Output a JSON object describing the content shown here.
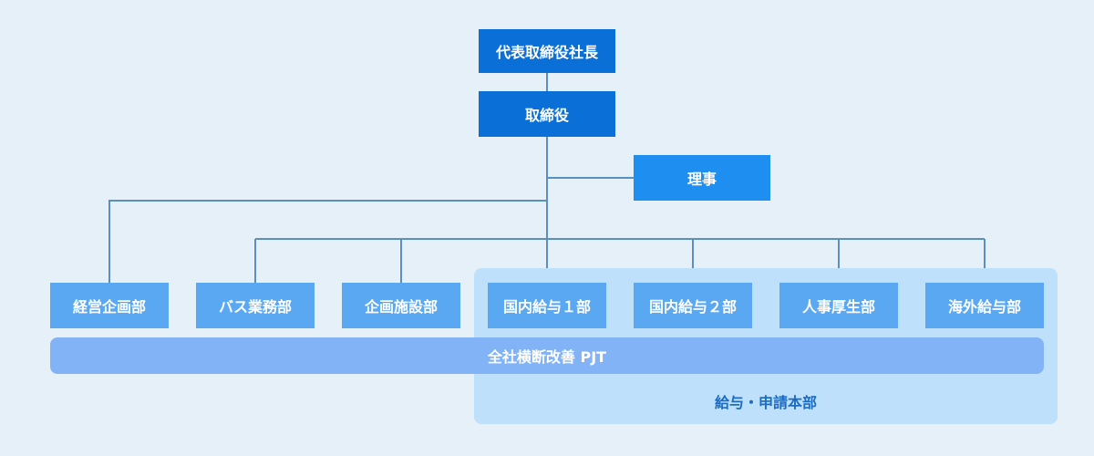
{
  "org": {
    "ceo": "代表取締役社長",
    "directors": "取締役",
    "board_member": "理事",
    "departments": [
      "経営企画部",
      "バス業務部",
      "企画施設部",
      "国内給与１部",
      "国内給与２部",
      "人事厚生部",
      "海外給与部"
    ],
    "project": "全社横断改善 PJT",
    "division": "給与・申請本部"
  },
  "colors": {
    "background": "#e6f0f9",
    "executive": "#0a6fd6",
    "board_member": "#1e8ff0",
    "department": "#5aa8f2",
    "connector": "#5b8fc0",
    "project_bar": "#82b3f6",
    "division_bg": "#bfe0fb",
    "division_text": "#1a6cc4"
  }
}
